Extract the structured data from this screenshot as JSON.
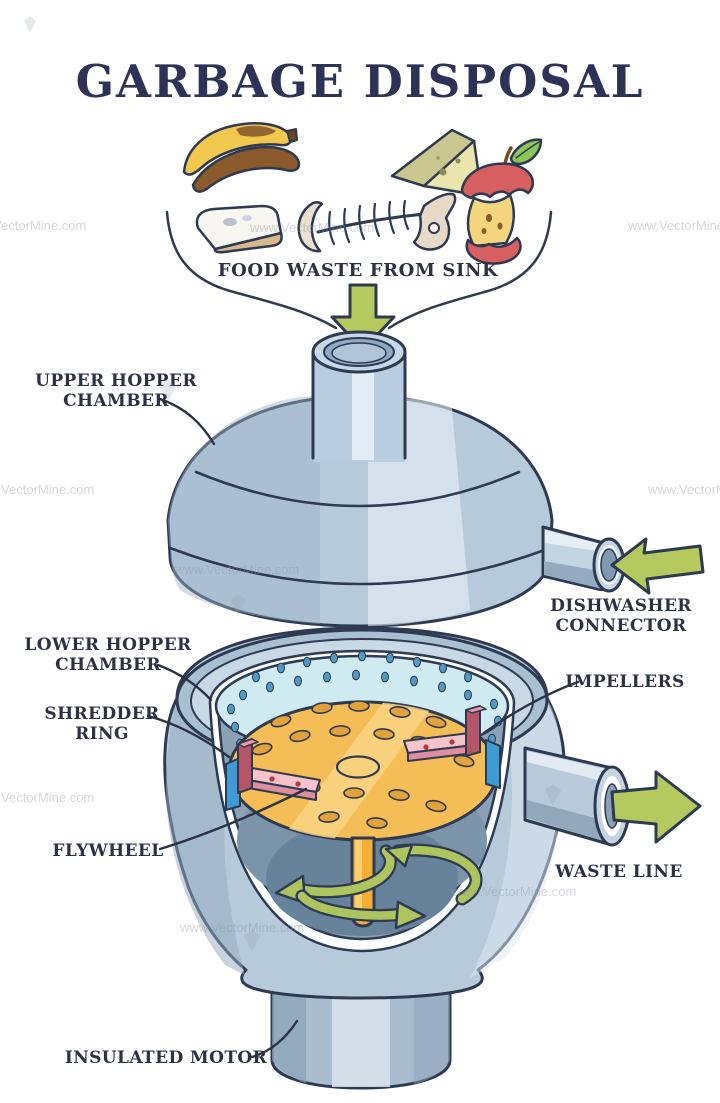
{
  "title": "GARBAGE DISPOSAL",
  "watermark": {
    "text": "www.VectorMine.com"
  },
  "funnel": {
    "label": "FOOD WASTE FROM SINK"
  },
  "parts": {
    "upper_hopper": {
      "line1": "UPPER HOPPER",
      "line2": "CHAMBER"
    },
    "dishwasher": {
      "line1": "DISHWASHER",
      "line2": "CONNECTOR"
    },
    "lower_hopper": {
      "line1": "LOWER HOPPER",
      "line2": "CHAMBER"
    },
    "shredder": {
      "line1": "SHREDDER",
      "line2": "RING"
    },
    "impellers": {
      "label": "IMPELLERS"
    },
    "flywheel": {
      "label": "FLYWHEEL"
    },
    "waste_line": {
      "label": "WASTE LINE"
    },
    "insulated_motor": {
      "label": "INSULATED MOTOR"
    }
  },
  "food_items": [
    "banana-peel",
    "bread-slice",
    "fish-bones",
    "cheese-wedge",
    "apple-core"
  ],
  "colors": {
    "outline_navy": "#2e3a52",
    "label_navy": "#2d3144",
    "title_navy": "#2e3257",
    "body_blue": "#b7cadb",
    "body_shade": "#93aabf",
    "body_highlight": "#e7eff5",
    "rim_blue": "#a9bfd2",
    "interior_grey": "#8ba2b5",
    "interior_dark": "#67839b",
    "shredder_cyan": "#cfeaf0",
    "teardrop_blue": "#4f9ac6",
    "tab_blue": "#3f9bd4",
    "flywheel_orange": "#f4bd55",
    "flywheel_hole": "#e2a33c",
    "impeller_pink": "#f5c3c9",
    "impeller_crimson": "#b65568",
    "shaft_orange": "#f2ae35",
    "arrow_green": "#b5c95e"
  }
}
